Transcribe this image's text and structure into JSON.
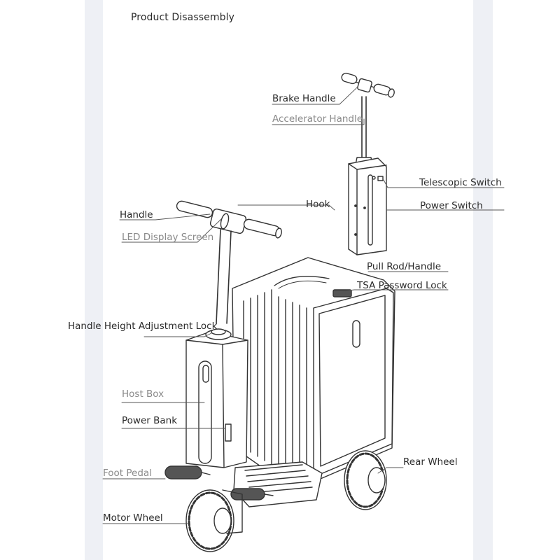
{
  "title": "Product Disassembly",
  "labels": {
    "brake_handle": "Brake Handle",
    "accelerator_handle": "Accelerator Handle",
    "telescopic_switch": "Telescopic Switch",
    "power_switch": "Power Switch",
    "handle": "Handle",
    "hook": "Hook",
    "led_display_screen": "LED Display Screen",
    "pull_rod_handle": "Pull Rod/Handle",
    "tsa_password_lock": "TSA Password Lock",
    "handle_height_adjustment_lock": "Handle Height Adjustment Lock",
    "host_box": "Host Box",
    "power_bank": "Power Bank",
    "rear_wheel": "Rear Wheel",
    "foot_pedal": "Foot Pedal",
    "motor_wheel": "Motor Wheel"
  },
  "colors": {
    "label_dark": "#2b2b2b",
    "label_grey": "#8a8a8a",
    "side_band": "#eef0f5",
    "line_art": "#333333"
  }
}
